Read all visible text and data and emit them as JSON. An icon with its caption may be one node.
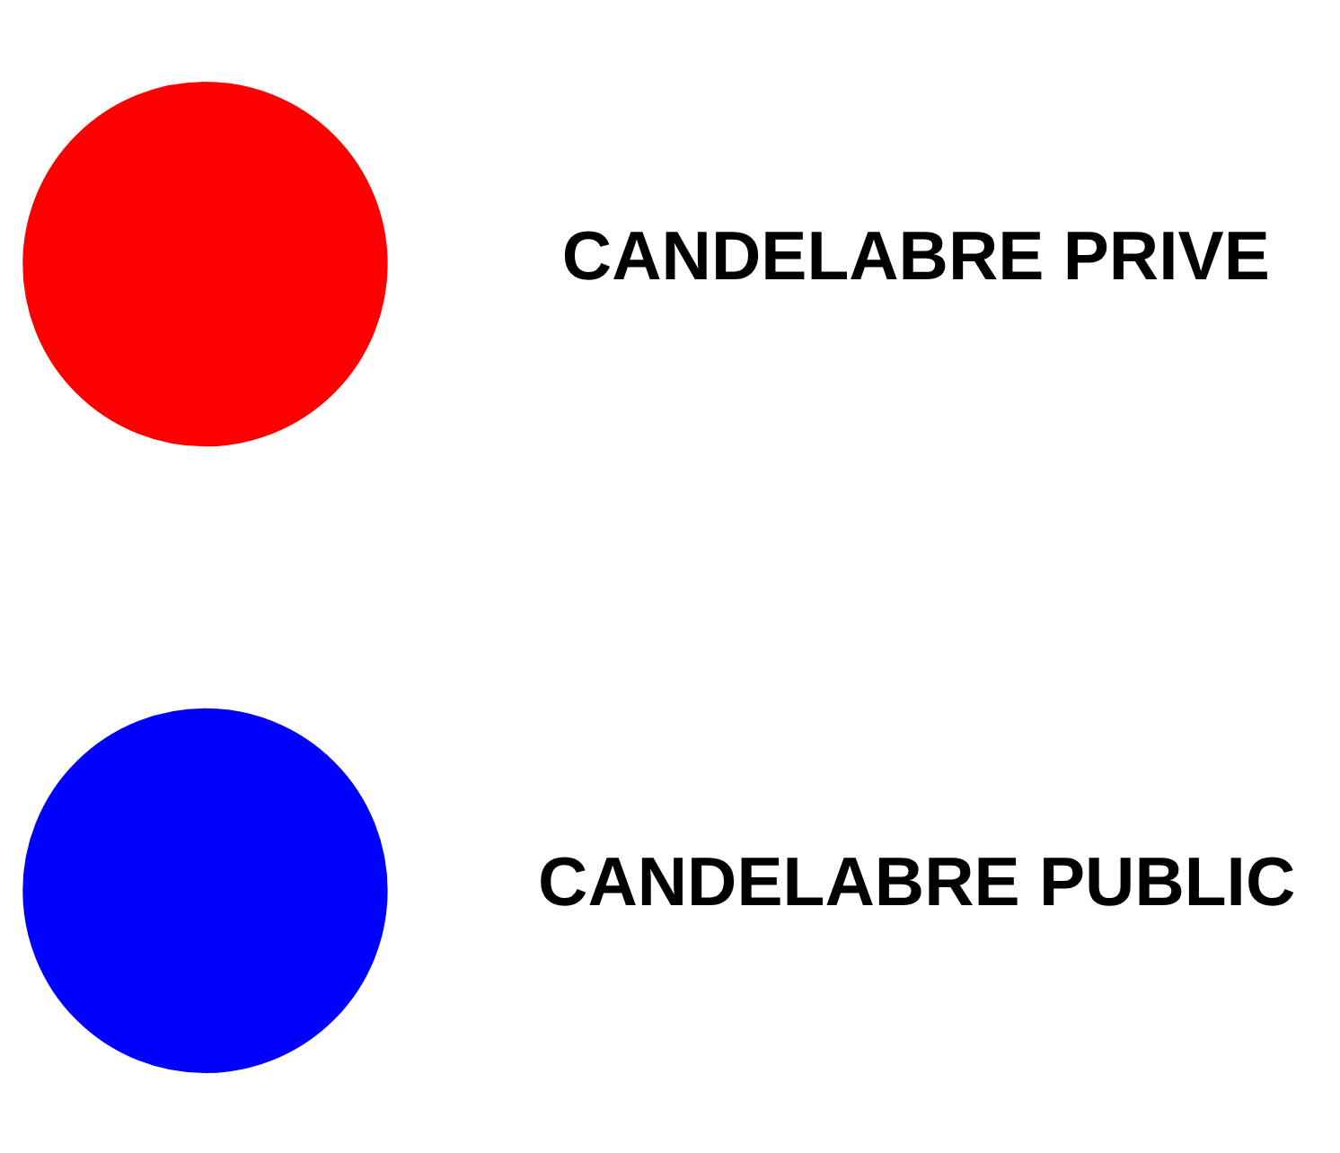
{
  "diagram": {
    "nodes": [
      {
        "text": [],
        "shape": "circle"
      },
      {
        "text": [],
        "shape": "circle"
      }
    ],
    "legend": [
      {
        "text": "CANDELABRE PRIVE",
        "color": "#ff0000"
      },
      {
        "text": "CANDELABRE PUBLIC",
        "color": "#0000ff"
      }
    ]
  }
}
